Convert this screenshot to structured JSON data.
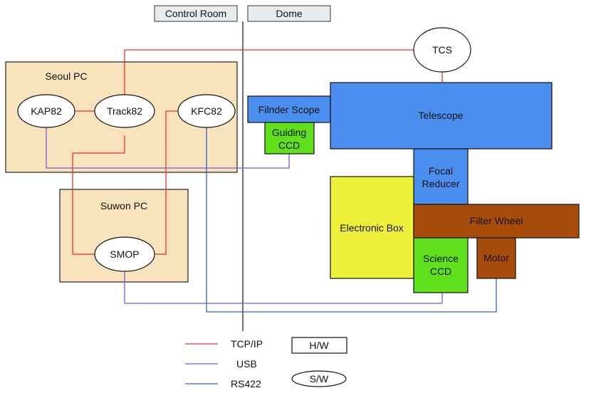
{
  "headers": {
    "control_room": "Control Room",
    "dome": "Dome"
  },
  "software": {
    "seoul_pc": "Seoul PC",
    "suwon_pc": "Suwon PC",
    "kap82": "KAP82",
    "track82": "Track82",
    "kfc82": "KFC82",
    "smop": "SMOP",
    "tcs": "TCS"
  },
  "hardware": {
    "finder_scope": "Filnder Scope",
    "guiding_ccd_1": "Guiding",
    "guiding_ccd_2": "CCD",
    "telescope": "Telescope",
    "focal_reducer_1": "Focal",
    "focal_reducer_2": "Reducer",
    "electronic_box": "Electronic Box",
    "filter_wheel": "Filter Wheel",
    "science_ccd_1": "Science",
    "science_ccd_2": "CCD",
    "motor": "Motor"
  },
  "legend": {
    "tcpip": "TCP/IP",
    "usb": "USB",
    "rs422": "RS422",
    "hw": "H/W",
    "sw": "S/W"
  },
  "colors": {
    "tcpip": "#e8332a",
    "usb": "#7b5bd6",
    "rs422": "#3b5fd0",
    "pc_box": "#f9e3bd",
    "telescope": "#4a8ef0",
    "guiding": "#5fe01a",
    "electronic_box": "#eef03a",
    "filter_wheel": "#a84c0c"
  }
}
